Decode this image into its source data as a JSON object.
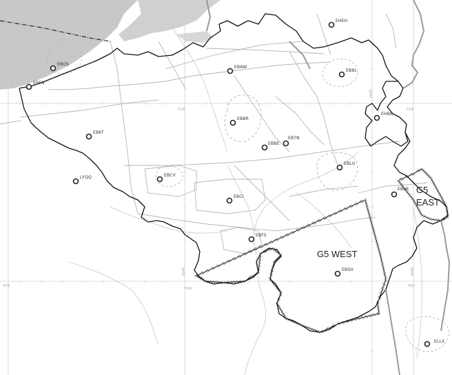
{
  "areas": [
    {
      "id": "g5-west",
      "label": "G5 WEST"
    },
    {
      "id": "g5-east",
      "label_line1": "G5",
      "label_line2": "EAST"
    }
  ],
  "aerodromes": [
    {
      "code": "EHEH"
    },
    {
      "code": "EBOS"
    },
    {
      "code": "EBFN"
    },
    {
      "code": "EBAW"
    },
    {
      "code": "EBBL"
    },
    {
      "code": "EHBK"
    },
    {
      "code": "EBBR"
    },
    {
      "code": "EBKT"
    },
    {
      "code": "EBBE"
    },
    {
      "code": "EBTN"
    },
    {
      "code": "EBLG"
    },
    {
      "code": "EBCV"
    },
    {
      "code": "LFQQ"
    },
    {
      "code": "EBCI"
    },
    {
      "code": "EBLB"
    },
    {
      "code": "EBFS"
    },
    {
      "code": "EBSH"
    },
    {
      "code": "ELLX"
    }
  ],
  "grid_labels": [
    {
      "text": "51N"
    },
    {
      "text": "51N"
    },
    {
      "text": "50N"
    },
    {
      "text": "50N"
    },
    {
      "text": "50N"
    },
    {
      "text": "004E"
    },
    {
      "text": "005E"
    },
    {
      "text": "006E"
    }
  ],
  "colors": {
    "sea": "#c8c8c8",
    "border": "#111111",
    "airspace": "#b5b5b5",
    "grid": "#cfcfcf",
    "river": "#d2d2d2",
    "restricted_hatch": "#333333"
  }
}
